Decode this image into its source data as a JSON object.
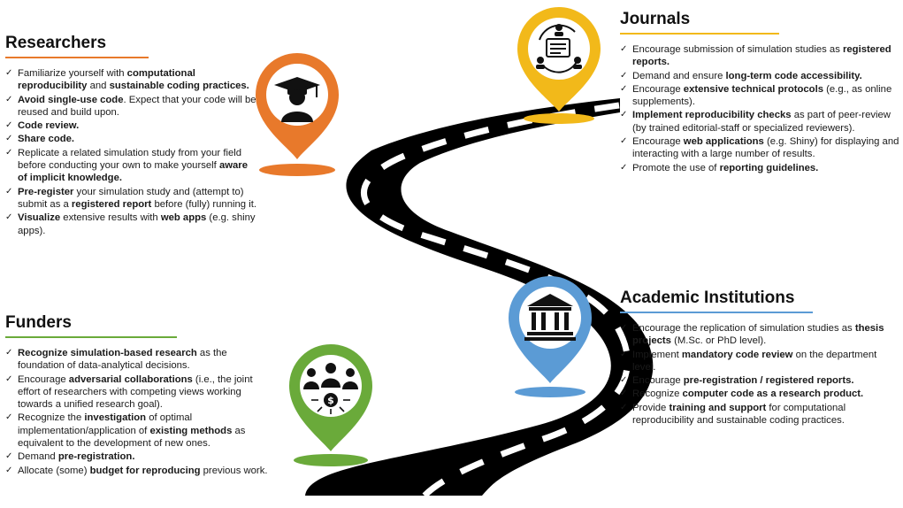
{
  "colors": {
    "researchers": "#e8792b",
    "funders": "#6aaa3a",
    "journals": "#f2b91a",
    "academic": "#5b9bd5",
    "road": "#000000",
    "lane": "#ffffff"
  },
  "icons": {
    "researchers": "graduate-cap-person-icon",
    "funders": "group-dollar-icon",
    "journals": "newspaper-people-icon",
    "academic": "institution-building-icon"
  },
  "researchers": {
    "title": "Researchers",
    "items": [
      [
        {
          "t": "Familiarize yourself with "
        },
        {
          "t": "computational reproducibility",
          "b": true
        },
        {
          "t": " and "
        },
        {
          "t": "sustainable coding practices.",
          "b": true
        }
      ],
      [
        {
          "t": "Avoid single-use code",
          "b": true
        },
        {
          "t": ". Expect that your code will be reused and build upon."
        }
      ],
      [
        {
          "t": "Code review.",
          "b": true
        }
      ],
      [
        {
          "t": "Share code.",
          "b": true
        }
      ],
      [
        {
          "t": "Replicate a related simulation study from your field before conducting your own to make yourself "
        },
        {
          "t": "aware of implicit knowledge.",
          "b": true
        }
      ],
      [
        {
          "t": "Pre-register",
          "b": true
        },
        {
          "t": " your simulation study and (attempt to) submit as a "
        },
        {
          "t": "registered report",
          "b": true
        },
        {
          "t": " before (fully) running it."
        }
      ],
      [
        {
          "t": "Visualize",
          "b": true
        },
        {
          "t": " extensive results with "
        },
        {
          "t": "web apps",
          "b": true
        },
        {
          "t": " (e.g. shiny apps)."
        }
      ]
    ]
  },
  "funders": {
    "title": "Funders",
    "items": [
      [
        {
          "t": "Recognize simulation-based research",
          "b": true
        },
        {
          "t": " as the foundation of data-analytical decisions."
        }
      ],
      [
        {
          "t": "Encourage "
        },
        {
          "t": "adversarial collaborations",
          "b": true
        },
        {
          "t": " (i.e., the joint effort of researchers with competing views working towards a unified research goal)."
        }
      ],
      [
        {
          "t": "Recognize the "
        },
        {
          "t": "investigation",
          "b": true
        },
        {
          "t": " of optimal implementation/application of "
        },
        {
          "t": "existing methods",
          "b": true
        },
        {
          "t": " as equivalent to the development of new ones."
        }
      ],
      [
        {
          "t": "Demand "
        },
        {
          "t": "pre-registration.",
          "b": true
        }
      ],
      [
        {
          "t": "Allocate (some) "
        },
        {
          "t": "budget for reproducing",
          "b": true
        },
        {
          "t": " previous work."
        }
      ]
    ]
  },
  "journals": {
    "title": "Journals",
    "items": [
      [
        {
          "t": "Encourage submission of simulation studies as "
        },
        {
          "t": "registered reports.",
          "b": true
        }
      ],
      [
        {
          "t": "Demand and ensure "
        },
        {
          "t": "long-term code accessibility.",
          "b": true
        }
      ],
      [
        {
          "t": "Encourage "
        },
        {
          "t": "extensive technical protocols",
          "b": true
        },
        {
          "t": " (e.g., as online supplements)."
        }
      ],
      [
        {
          "t": "Implement reproducibility checks",
          "b": true
        },
        {
          "t": " as part of peer-review (by trained editorial-staff or specialized reviewers)."
        }
      ],
      [
        {
          "t": "Encourage "
        },
        {
          "t": "web applications",
          "b": true
        },
        {
          "t": " (e.g. Shiny) for displaying and interacting with a large number of results."
        }
      ],
      [
        {
          "t": "Promote the use of "
        },
        {
          "t": "reporting guidelines.",
          "b": true
        }
      ]
    ]
  },
  "academic": {
    "title": "Academic Institutions",
    "items": [
      [
        {
          "t": "Encourage the replication of simulation studies as "
        },
        {
          "t": "thesis projects",
          "b": true
        },
        {
          "t": " (M.Sc. or PhD level)."
        }
      ],
      [
        {
          "t": "Implement "
        },
        {
          "t": "mandatory code review",
          "b": true
        },
        {
          "t": " on the department level."
        }
      ],
      [
        {
          "t": "Encourage "
        },
        {
          "t": "pre-registration / registered reports.",
          "b": true
        }
      ],
      [
        {
          "t": "Recognize "
        },
        {
          "t": "computer code as a research product.",
          "b": true
        }
      ],
      [
        {
          "t": "Provide "
        },
        {
          "t": "training and support",
          "b": true
        },
        {
          "t": " for computational reproducibility and sustainable coding practices."
        }
      ]
    ]
  }
}
